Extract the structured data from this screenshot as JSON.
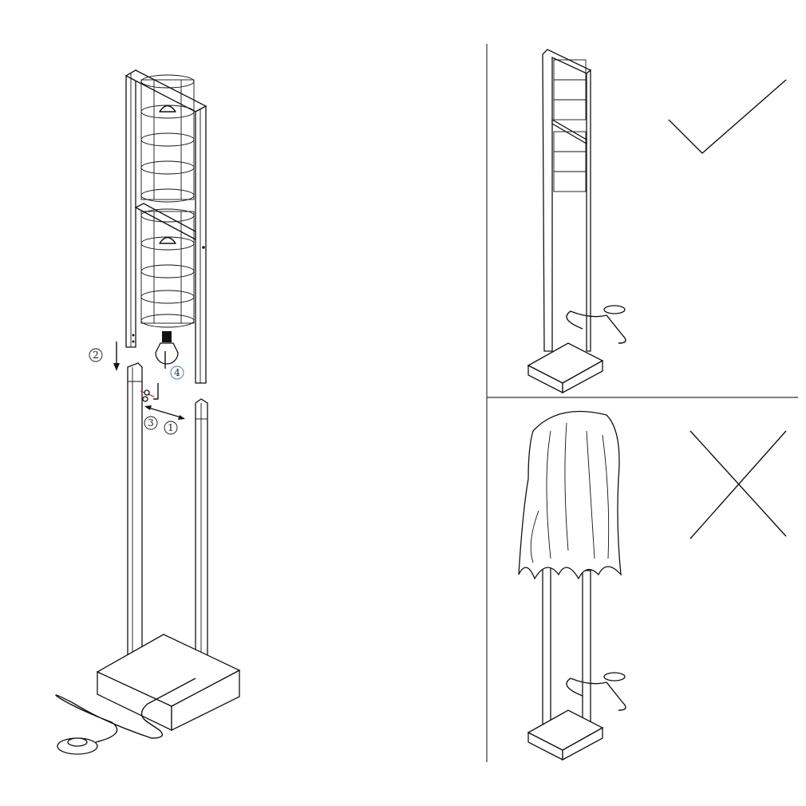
{
  "steps": [
    {
      "label": "1"
    },
    {
      "label": "2"
    },
    {
      "label": "3"
    },
    {
      "label": "4"
    }
  ],
  "panels": {
    "correct": {
      "icon": "check-mark-icon"
    },
    "incorrect": {
      "icon": "cross-mark-icon"
    }
  },
  "colors": {
    "line": "#111111",
    "screw_accent": "#d9302c",
    "step4_circle": "#3a6fb0"
  }
}
